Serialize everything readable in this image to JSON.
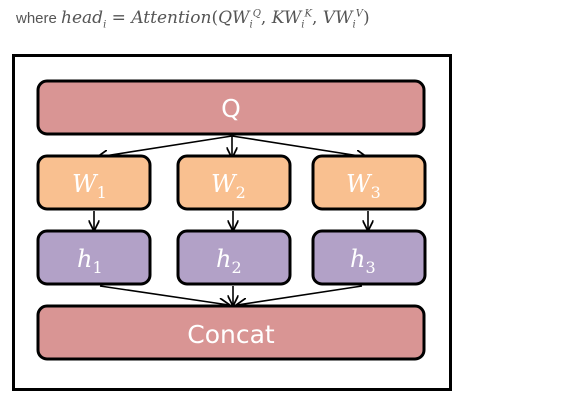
{
  "caption": {
    "prefix": "where",
    "lhs": "head",
    "lhs_sub": "i",
    "equals": " = ",
    "func": "Attention",
    "args": [
      {
        "base": "QW",
        "sub": "i",
        "sup": "Q"
      },
      {
        "base": "KW",
        "sub": "i",
        "sup": "K"
      },
      {
        "base": "VW",
        "sub": "i",
        "sup": "V"
      }
    ]
  },
  "diagram": {
    "query": {
      "label": "Q",
      "color": "#d99594"
    },
    "weights": [
      {
        "base": "W",
        "sub": "1",
        "color": "#f9c090"
      },
      {
        "base": "W",
        "sub": "2",
        "color": "#f9c090"
      },
      {
        "base": "W",
        "sub": "3",
        "color": "#f9c090"
      }
    ],
    "heads": [
      {
        "base": "h",
        "sub": "1",
        "color": "#b2a1c7"
      },
      {
        "base": "h",
        "sub": "2",
        "color": "#b2a1c7"
      },
      {
        "base": "h",
        "sub": "3",
        "color": "#b2a1c7"
      }
    ],
    "concat": {
      "label": "Concat",
      "color": "#d99594"
    }
  }
}
